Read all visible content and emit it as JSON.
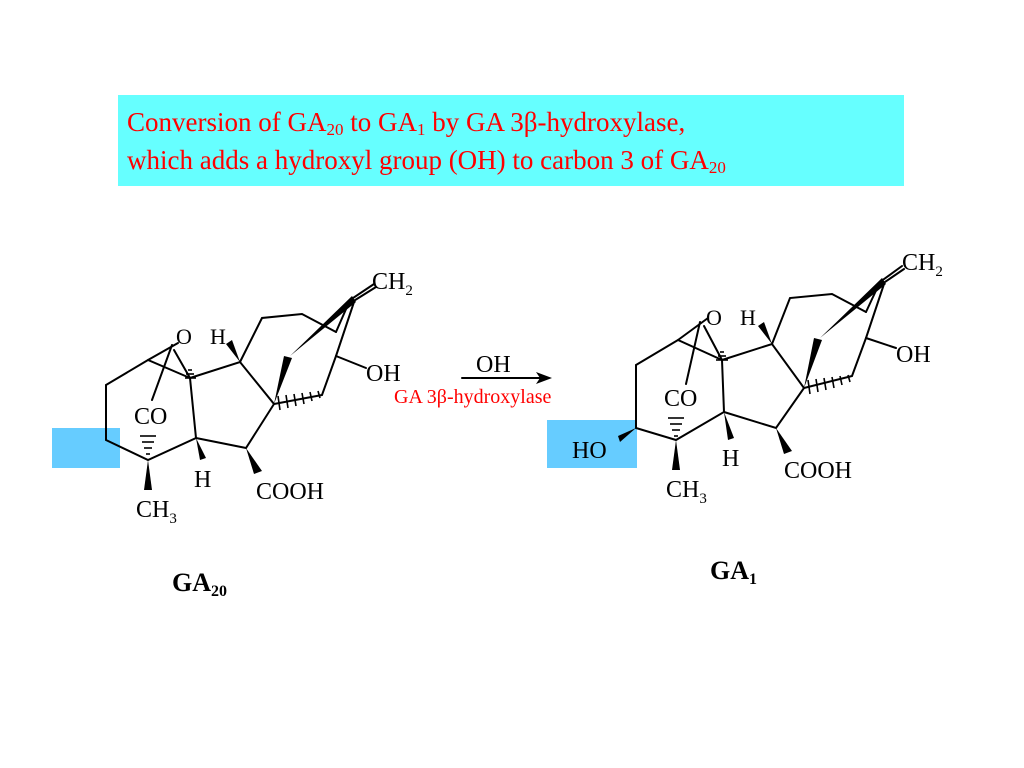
{
  "title": {
    "line1": {
      "p1": "Conversion of GA",
      "s1": "20",
      "p2": " to GA",
      "s2": "1",
      "p3": " by GA 3β-hydroxylase,"
    },
    "line2": {
      "p1": "which adds a hydroxyl group (OH) to carbon 3 of GA",
      "s1": "20"
    }
  },
  "reaction": {
    "reagent": "OH",
    "enzyme": "GA 3β-hydroxylase"
  },
  "ga20": {
    "name": "GA",
    "name_sub": "20",
    "labels": {
      "ring_o": "O",
      "h_top": "H",
      "ch2": "CH",
      "ch2_sub": "2",
      "oh": "OH",
      "co": "CO",
      "h_bottom": "H",
      "cooh": "COOH",
      "ch3": "CH",
      "ch3_sub": "3"
    }
  },
  "ga1": {
    "name": "GA",
    "name_sub": "1",
    "labels": {
      "ring_o": "O",
      "h_top": "H",
      "ch2": "CH",
      "ch2_sub": "2",
      "oh": "OH",
      "co": "CO",
      "ho": "HO",
      "h_bottom": "H",
      "cooh": "COOH",
      "ch3": "CH",
      "ch3_sub": "3"
    }
  },
  "colors": {
    "caption_bg": "#66ffff",
    "caption_text": "#ff0000",
    "highlight": "#66ccff",
    "enzyme_text": "#ff0000"
  }
}
